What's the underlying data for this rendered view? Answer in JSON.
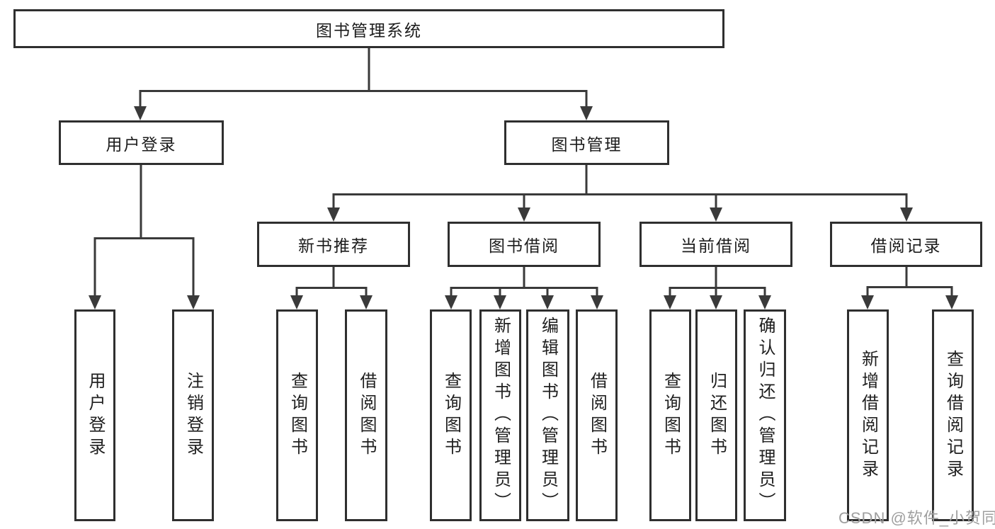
{
  "nodes": {
    "root": {
      "label": "图书管理系统"
    },
    "level2": [
      {
        "label": "用户登录",
        "parent": "图书管理系统"
      },
      {
        "label": "图书管理",
        "parent": "图书管理系统"
      }
    ],
    "level3": [
      {
        "label": "新书推荐",
        "parent": "图书管理"
      },
      {
        "label": "图书借阅",
        "parent": "图书管理"
      },
      {
        "label": "当前借阅",
        "parent": "图书管理"
      },
      {
        "label": "借阅记录",
        "parent": "图书管理"
      }
    ],
    "leaves": [
      {
        "label": "用户登录",
        "parent": "用户登录"
      },
      {
        "label": "注销登录",
        "parent": "用户登录"
      },
      {
        "label": "查询图书",
        "parent": "新书推荐"
      },
      {
        "label": "借阅图书",
        "parent": "新书推荐"
      },
      {
        "label": "查询图书",
        "parent": "图书借阅"
      },
      {
        "label": "新增图书（管理员）",
        "parent": "图书借阅"
      },
      {
        "label": "编辑图书（管理员）",
        "parent": "图书借阅"
      },
      {
        "label": "借阅图书",
        "parent": "图书借阅"
      },
      {
        "label": "查询图书",
        "parent": "当前借阅"
      },
      {
        "label": "归还图书",
        "parent": "当前借阅"
      },
      {
        "label": "确认归还（管理员）",
        "parent": "当前借阅"
      },
      {
        "label": "新增借阅记录",
        "parent": "借阅记录"
      },
      {
        "label": "查询借阅记录",
        "parent": "借阅记录"
      }
    ]
  },
  "watermark": {
    "text": "CSDN @软件_小贺同学",
    "color": "#9f9f9f"
  },
  "colors": {
    "background": "#ffffff",
    "line": "#3a3a3a",
    "box_border": "#2f2f2f",
    "text": "#1c1c1c",
    "watermark": "#9f9f9f"
  }
}
